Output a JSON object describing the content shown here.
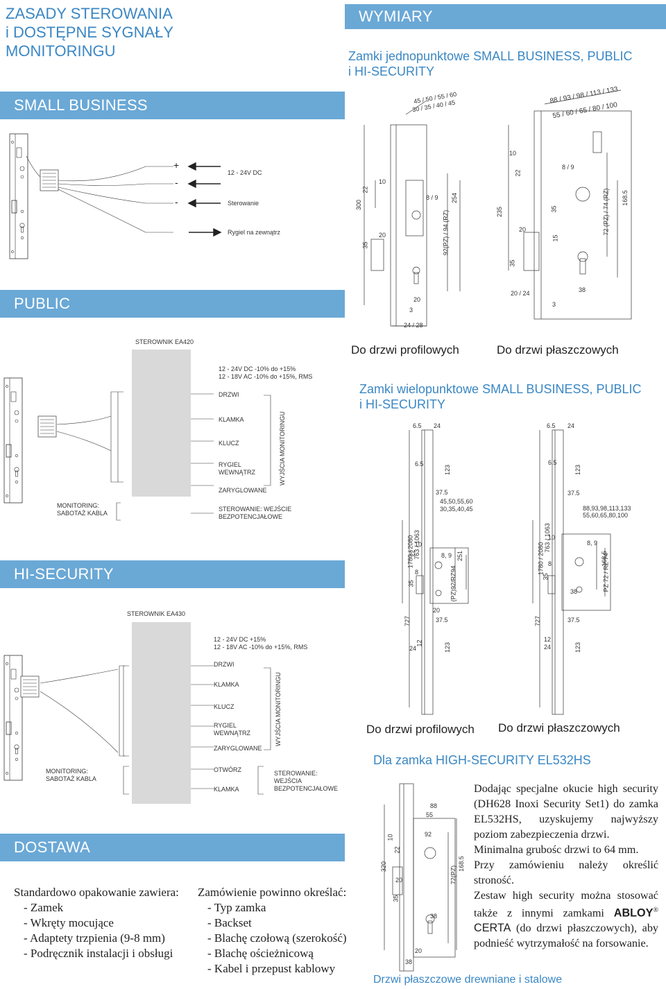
{
  "header": {
    "title_lines": [
      "ZASADY STEROWANIA",
      "i DOSTĘPNE SYGNAŁY",
      "MONITORINGU"
    ],
    "wymiary": "WYMIARY",
    "single_title_lines": [
      "Zamki jednopunktowe SMALL BUSINESS, PUBLIC",
      "i HI-SECURITY"
    ]
  },
  "sections": {
    "small_business": "SMALL BUSINESS",
    "public": "PUBLIC",
    "hi_security": "HI-SECURITY",
    "dostawa": "DOSTAWA"
  },
  "small_business": {
    "signals": [
      "+",
      "-",
      "-"
    ],
    "labels": [
      "12 - 24V DC",
      "Sterowanie",
      "Rygiel na zewnątrz"
    ]
  },
  "public": {
    "controller": "STEROWNIK EA420",
    "supply_lines": [
      "12 - 24V DC -10% do +15%",
      "12 - 18V AC -10% do +15%, RMS"
    ],
    "items": [
      "DRZWI",
      "KLAMKA",
      "KLUCZ",
      "RYGIEL",
      "WEWNĄTRZ",
      "ZARYGLOWANE"
    ],
    "monitoring_outputs": "WYJŚCIA MONITORINGU",
    "monitoring_lines": [
      "MONITORING:",
      "SABOTAŻ KABLA"
    ],
    "control_lines": [
      "STEROWANIE: WEJŚCIE",
      "BEZPOTENCJAŁOWE"
    ]
  },
  "hi_security": {
    "controller": "STEROWNIK EA430",
    "supply_lines": [
      "12 - 24V DC +15%",
      "12 - 18V AC -10% do +15%, RMS"
    ],
    "items": [
      "DRZWI",
      "KLAMKA",
      "KLUCZ",
      "RYGIEL",
      "WEWNĄTRZ",
      "ZARYGLOWANE"
    ],
    "monitoring_outputs": "WYJŚCIA MONITORINGU",
    "monitoring_lines": [
      "MONITORING:",
      "SABOTAŻ KABLA"
    ],
    "outputs2": [
      "OTWÓRZ",
      "KLAMKA"
    ],
    "control_lines": [
      "STEROWANIE:",
      "WEJŚCIA",
      "BEZPOTENCJAŁOWE"
    ]
  },
  "dims_single": {
    "left": {
      "d_top1": "45 / 50 / 55 / 60",
      "d_top2": "30 / 35 / 40 / 45",
      "d300": "300",
      "d22": "22",
      "d10": "10",
      "d8": "8",
      "d9": "9",
      "d254": "254",
      "d35": "35",
      "d20": "20",
      "d92": "92(PZ) / 94 (RZ)",
      "d3": "3",
      "d20b": "20",
      "d2428": "24 / 28"
    },
    "right": {
      "d_top1": "88 / 93 / 98 / 113 / 133",
      "d_top2": "55 / 60 / 65 / 80 / 100",
      "d10": "10",
      "d22": "22",
      "d8": "8",
      "d9": "9",
      "d235": "235",
      "d35a": "35",
      "d20": "20",
      "d15": "15",
      "d35b": "35",
      "d72": "72 (PZ) / 74 (RZ)",
      "d1685": "168.5",
      "d2024": "20 / 24",
      "d3": "3",
      "d38": "38"
    },
    "labels": [
      "Do drzwi profilowych",
      "Do drzwi płaszczowych"
    ]
  },
  "multi": {
    "title_lines": [
      "Zamki wielopunktowe SMALL BUSINESS, PUBLIC",
      "i HI-SECURITY"
    ],
    "left": {
      "d65": "6.5",
      "d24": "24",
      "d65b": "6.5",
      "d123": "123",
      "d375": "37.5",
      "d_w1": "45,50,55,60",
      "d_w2": "30,35,40,45",
      "d1780": "1780 / 2080",
      "d763": "763 / 1063",
      "d22": "22",
      "d10": "10",
      "d89": "8, 9",
      "d251": "251",
      "d35": "35",
      "d8": "8",
      "d92": "(PZ)92/RZ94",
      "d20": "20",
      "d727": "727",
      "d375b": "37.5",
      "d12": "12",
      "d24b": "24",
      "d123b": "123"
    },
    "right": {
      "d65": "6.5",
      "d24": "24",
      "d65b": "6.5",
      "d123": "123",
      "d375": "37.5",
      "d_w1": "88,93,98,113,133",
      "d_w2": "55,60,65,80,100",
      "d1780": "1780 / 2080",
      "d763": "763 / 1063",
      "d10": "10",
      "d89": "8, 9",
      "d35": "35",
      "d8": "8",
      "d72": "PZ 72 / RZ 74",
      "d1685": "168.5",
      "d38": "38",
      "d727": "727",
      "d375b": "37.5",
      "d12": "12",
      "d24b": "24",
      "d123b": "123"
    },
    "labels": [
      "Do drzwi profilowych",
      "Do drzwi płaszczowych"
    ]
  },
  "el532": {
    "title": "Dla zamka HIGH-SECURITY EL532HS",
    "dims": {
      "d88": "88",
      "d55": "55",
      "d92": "92",
      "d10": "10",
      "d22": "22",
      "d320": "320",
      "d20": "20",
      "d35": "35",
      "d72": "72(PZ)",
      "d1685": "168.5",
      "d38": "38",
      "d20b": "20",
      "d38b": "38"
    },
    "caption": "Drzwi płaszczowe drewniane i stalowe",
    "paragraph": {
      "p1": "Dodając specjalne okucie high security (DH628 Inoxi Security Set1) do zamka EL532HS, uzyskujemy najwyższy poziom zabezpieczenia drzwi.",
      "p2": "Minimalna grubośc drzwi to 64 mm.",
      "p3": "Przy zamówieniu należy określić stroność.",
      "p4a": "Zestaw high security można stosować także z innymi zamkami",
      "abloy": "ABLOY",
      "reg": "®",
      "certa": "CERTA",
      "p4b": "(do drzwi płaszczowych), aby podnieść wytrzymałość na forsowanie."
    }
  },
  "dostawa": {
    "left_title": "Standardowo opakowanie zawiera:",
    "left_items": [
      "- Zamek",
      "- Wkręty mocujące",
      "- Adaptety trzpienia (9-8 mm)",
      "- Podręcznik instalacji i obsługi"
    ],
    "right_title": "Zamówienie powinno określać:",
    "right_items": [
      "- Typ zamka",
      "- Backset",
      "- Blachę czołową (szerokość)",
      "- Blachę ościeżnicową",
      "- Kabel i przepust kablowy"
    ]
  },
  "colors": {
    "band": "#6aa8d6",
    "accent": "#3a87c4",
    "box": "#d9d9d9"
  }
}
